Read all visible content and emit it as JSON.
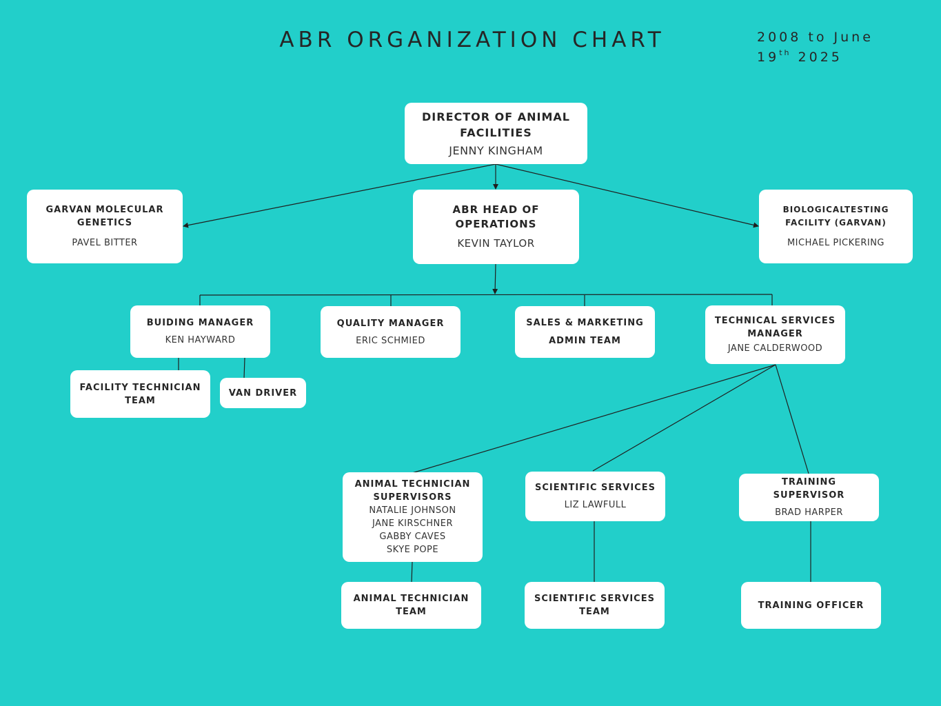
{
  "header": {
    "title": "ABR ORGANIZATION CHART",
    "date_line1": "2008 to June",
    "date_day": "19",
    "date_suffix": "th",
    "date_year": "2025"
  },
  "org": {
    "director": {
      "role": "DIRECTOR OF ANIMAL FACILITIES",
      "name": "JENNY KINGHAM"
    },
    "garvan_molecular_genetics": {
      "role": "GARVAN MOLECULAR GENETICS",
      "name": "PAVEL BITTER"
    },
    "head_of_operations": {
      "role": "ABR HEAD OF OPERATIONS",
      "name": "KEVIN TAYLOR"
    },
    "biological_testing": {
      "role": "BIOLOGICALTESTING FACILITY (GARVAN)",
      "name": "MICHAEL PICKERING"
    },
    "building_manager": {
      "role": "BUIDING MANAGER",
      "name": "KEN HAYWARD"
    },
    "quality_manager": {
      "role": "QUALITY MANAGER",
      "name": "ERIC SCHMIED"
    },
    "sales_marketing": {
      "role_line1": "SALES & MARKETING",
      "role_line2": "ADMIN TEAM"
    },
    "technical_services_manager": {
      "role": "TECHNICAL SERVICES MANAGER",
      "name": "JANE CALDERWOOD"
    },
    "facility_technician_team": {
      "role": "FACILITY TECHNICIAN TEAM"
    },
    "van_driver": {
      "role": "VAN DRIVER"
    },
    "animal_technician_supervisors": {
      "role": "ANIMAL TECHNICIAN SUPERVISORS",
      "names": [
        "NATALIE JOHNSON",
        "JANE KIRSCHNER",
        "GABBY CAVES",
        "SKYE POPE"
      ]
    },
    "scientific_services": {
      "role": "SCIENTIFIC SERVICES",
      "name": "LIZ LAWFULL"
    },
    "training_supervisor": {
      "role": "TRAINING SUPERVISOR",
      "name": "BRAD HARPER"
    },
    "animal_technician_team": {
      "role": "ANIMAL TECHNICIAN TEAM"
    },
    "scientific_services_team": {
      "role": "SCIENTIFIC SERVICES TEAM"
    },
    "training_officer": {
      "role": "TRAINING OFFICER"
    }
  },
  "colors": {
    "background": "#22cfca",
    "box": "#ffffff",
    "text": "#262626",
    "line": "#1f1f1f"
  }
}
